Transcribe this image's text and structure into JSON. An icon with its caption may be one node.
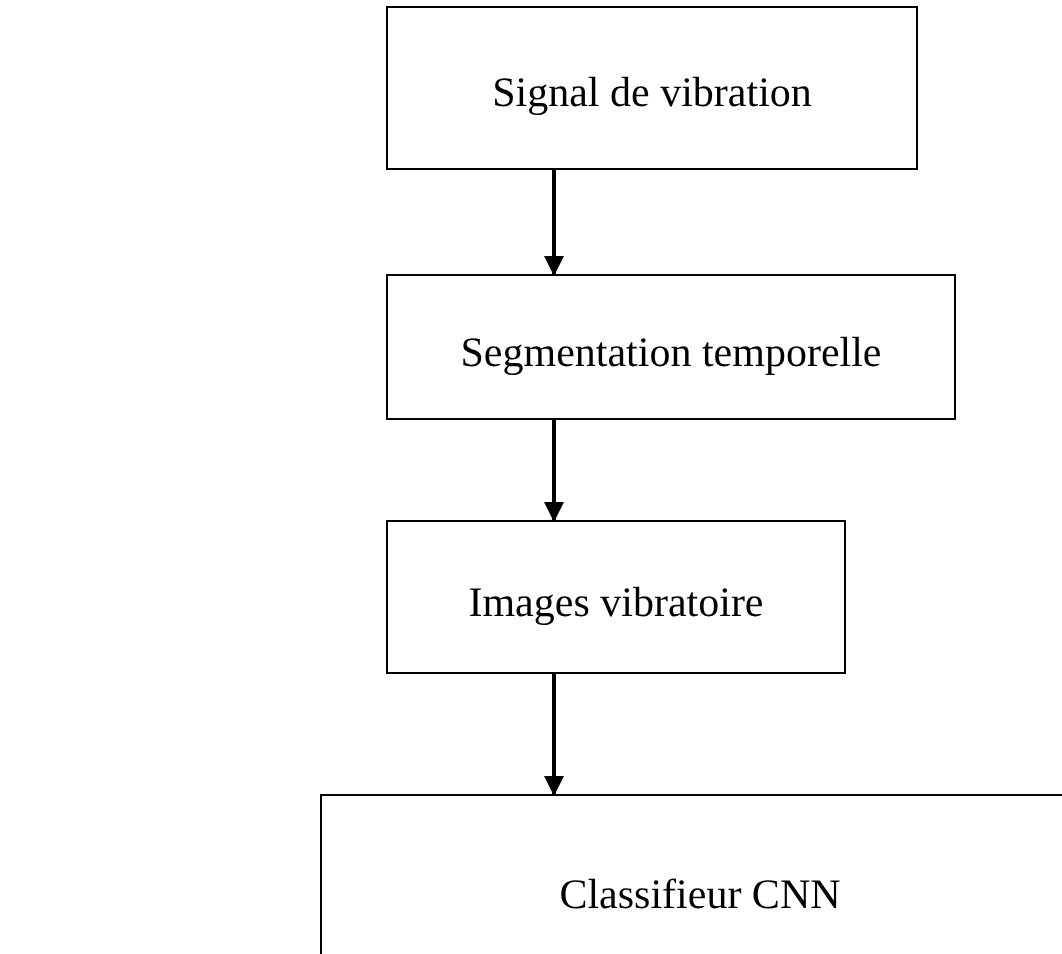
{
  "diagram": {
    "nodes": [
      {
        "text": [
          "Signal de vibration"
        ]
      },
      {
        "text": [
          "Segmentation temporelle"
        ]
      },
      {
        "text": [
          "Images vibratoire"
        ]
      },
      {
        "text": [
          "Classifieur CNN"
        ]
      }
    ],
    "edges": [
      {
        "from": 0,
        "to": 1,
        "arrow": "to"
      },
      {
        "from": 1,
        "to": 2,
        "arrow": "to"
      },
      {
        "from": 2,
        "to": 3,
        "arrow": "to"
      }
    ]
  }
}
